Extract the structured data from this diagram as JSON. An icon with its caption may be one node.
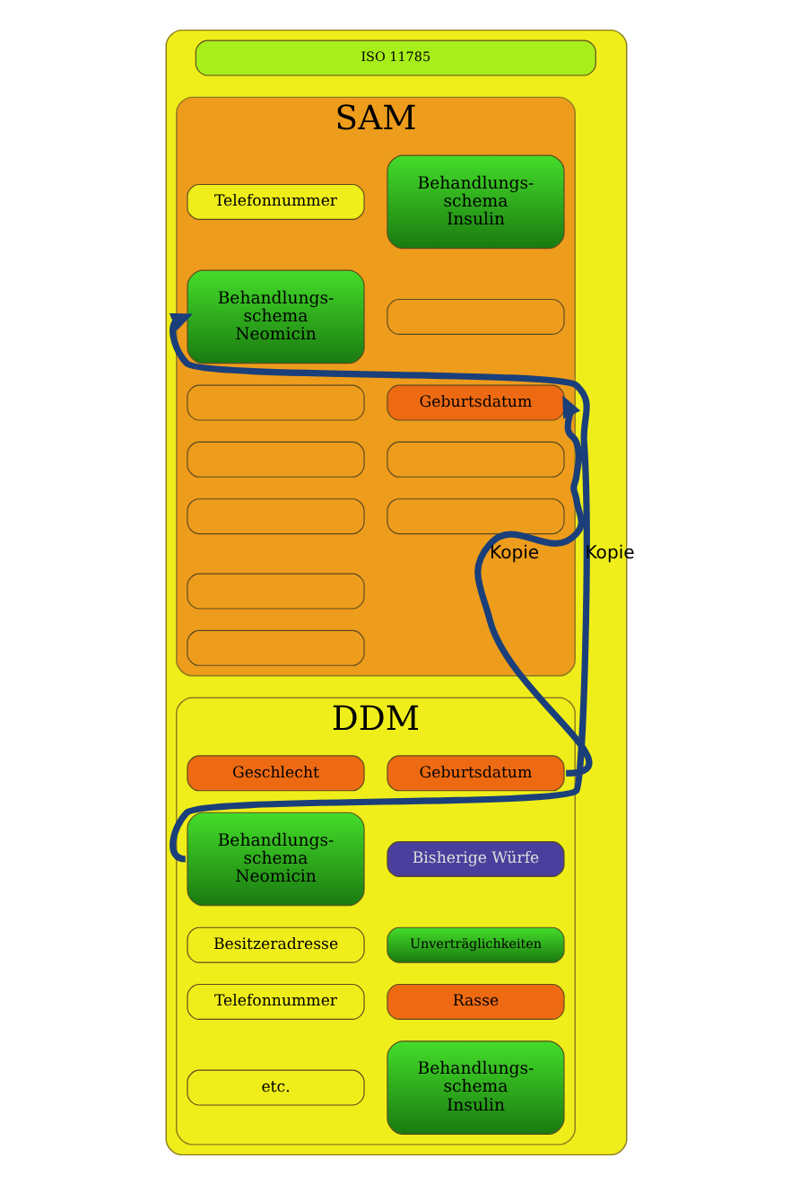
{
  "diagram": {
    "nodes": [
      {
        "text": [],
        "shape": "box"
      },
      {
        "text": [
          "ISO 11785"
        ],
        "in": 0
      },
      {
        "text": [
          "SAM"
        ],
        "in": 0
      },
      {
        "text": [
          "Telefonnummer"
        ],
        "in": 2
      },
      {
        "text": [
          "Behandlungs- schema Insulin"
        ],
        "in": 2
      },
      {
        "text": [
          "Behandlungs- schema Neomicin"
        ],
        "in": 2
      },
      {
        "text": [],
        "shape": "box",
        "in": 2
      },
      {
        "text": [],
        "shape": "box",
        "in": 2
      },
      {
        "text": [],
        "shape": "box",
        "in": 2
      },
      {
        "text": [],
        "shape": "box",
        "in": 2
      },
      {
        "text": [
          "Geburtsdatum"
        ],
        "in": 2
      },
      {
        "text": [],
        "shape": "box",
        "in": 2
      },
      {
        "text": [],
        "shape": "box",
        "in": 2
      },
      {
        "text": [],
        "shape": "box",
        "in": 2
      },
      {
        "text": [],
        "shape": "box",
        "in": 2
      },
      {
        "text": [
          "DDM"
        ],
        "in": 0
      },
      {
        "text": [
          "Geschlecht"
        ],
        "in": 15
      },
      {
        "text": [
          "Geburtsdatum"
        ],
        "in": 15
      },
      {
        "text": [
          "Behandlungs- schema Neomicin"
        ],
        "in": 15
      },
      {
        "text": [
          "Bisherige Würfe"
        ],
        "in": 15
      },
      {
        "text": [
          "Unverträglichkeiten"
        ],
        "in": 15
      },
      {
        "text": [
          "Rasse"
        ],
        "in": 15
      },
      {
        "text": [
          "Besitzeradresse"
        ],
        "in": 15
      },
      {
        "text": [
          "Behandlungs- schema Insulin"
        ],
        "in": 15
      },
      {
        "text": [
          "Telefonnummer"
        ],
        "in": 15
      },
      {
        "text": [
          "etc."
        ],
        "in": 15
      }
    ],
    "edges": [
      {
        "from": 18,
        "to": 5,
        "arrow": "to",
        "label": "Kopie"
      },
      {
        "from": 17,
        "to": 10,
        "arrow": "to",
        "label": "Kopie"
      }
    ]
  }
}
